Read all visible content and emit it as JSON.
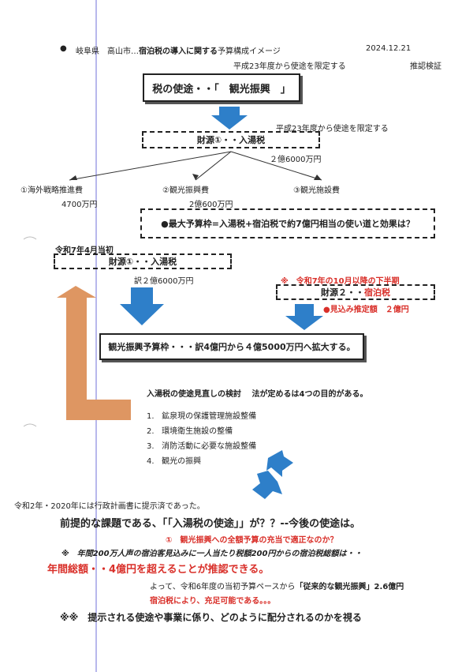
{
  "header": {
    "bullet": "●",
    "title_prefix": "岐阜県　高山市…",
    "title_bold": "宿泊税の導入に関する",
    "title_suffix": "予算構成イメージ",
    "date": "2024.12.21",
    "sub_note": "平成23年度から使途を限定する",
    "verify": "推認検証"
  },
  "use_box": {
    "label": "税の使途・・「　観光振興　」"
  },
  "source1": {
    "note": "平成23年度から使途を限定する",
    "label": "財源①・・入湯税",
    "amount": "２億6000万円"
  },
  "branches": [
    {
      "label": "①海外戦略推進費",
      "amount": "4700万円"
    },
    {
      "label": "②観光振興費",
      "amount": "2億600万円"
    },
    {
      "label": "③観光施設費",
      "amount": ""
    }
  ],
  "max_budget": {
    "label": "●最大予算枠=入湯税+宿泊税で約7億円相当の使い道と効果は？"
  },
  "reiwa7": {
    "header": "令和7年4月当初",
    "label": "財源①・・入湯税",
    "amount": "訳２億6000万円"
  },
  "second_half": {
    "note": "※　令和7年の10月以降の下半期",
    "label_prefix": "財源２・・",
    "label_red": "宿泊税",
    "estimate": "●見込み推定額　２億円"
  },
  "budget_frame": {
    "label": "観光振興予算枠・・・訳4億円から４億5000万円へ拡大する。"
  },
  "review": {
    "title": "入湯税の使途見直しの検討　 法が定めるは4つの目的がある。",
    "items": [
      {
        "num": "1.",
        "text": "鉱泉現の保護管理施設整備"
      },
      {
        "num": "2.",
        "text": "環境衛生施設の整備"
      },
      {
        "num": "3.",
        "text": "消防活動に必要な施設整備"
      },
      {
        "num": "4.",
        "text": "観光の振興"
      }
    ]
  },
  "bottom": {
    "line1": "令和2年・2020年には行政計画書に提示済であった。",
    "line2": "前提的な課題である、「「入湯税の使途」」が？？--今後の使途は。",
    "line3": "①　観光振興への全額予算の充当で適正なのか？",
    "line4": "※　年間200万人声の宿泊客見込みに一人当たり税額200円からの宿泊税総額は・・",
    "line5": "年間総額・・4億円を超えることが推認できる。",
    "line6_prefix": "よって、令和6年度の当初予算ペースから",
    "line6_bold": "「従来的な観光振興」2.6億円",
    "line7": "宿泊税により、充足可能である。。。",
    "line8": "※※　提示される使途や事業に係り、どのように配分されるのかを視る"
  },
  "colors": {
    "accent_blue": "#2e7fc9",
    "arrow_orange": "#de9662",
    "red": "#d9302a",
    "margin_line": "#6a6ad0"
  }
}
